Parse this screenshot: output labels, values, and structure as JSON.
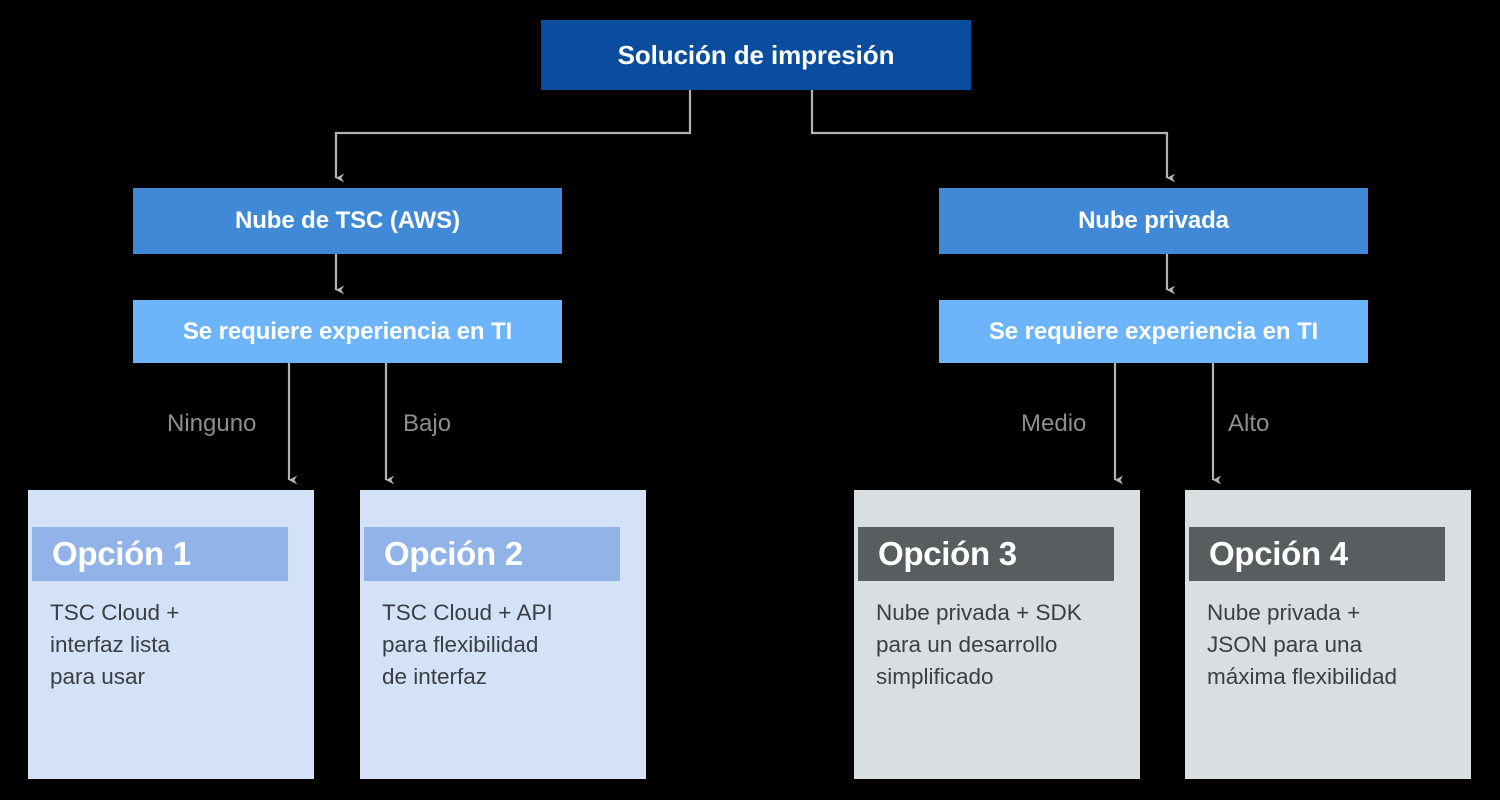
{
  "diagram": {
    "type": "decision-tree",
    "background_color": "#000000",
    "root": {
      "label": "Solución de impresión",
      "color": "#0a4d9e"
    },
    "branches": [
      {
        "id": "tsc-cloud",
        "platform_label": "Nube de TSC (AWS)",
        "platform_color": "#4089d6",
        "criterion_label": "Se requiere experiencia en TI",
        "criterion_color": "#6cb4fc",
        "edges": [
          "Ninguno",
          "Bajo"
        ]
      },
      {
        "id": "private-cloud",
        "platform_label": "Nube privada",
        "platform_color": "#4089d6",
        "criterion_label": "Se requiere experiencia en TI",
        "criterion_color": "#6cb4fc",
        "edges": [
          "Medio",
          "Alto"
        ]
      }
    ],
    "edge_label_color": "#8d8d8d",
    "connector_color": "#b3b3b3",
    "options": [
      {
        "title": "Opción 1",
        "description": "TSC Cloud +\ninterfaz lista\npara usar",
        "theme": "blue",
        "card_color": "#d4e2f7",
        "band_color": "#91b3e8"
      },
      {
        "title": "Opción 2",
        "description": "TSC Cloud + API\npara flexibilidad\nde interfaz",
        "theme": "blue",
        "card_color": "#d4e2f7",
        "band_color": "#91b3e8"
      },
      {
        "title": "Opción 3",
        "description": "Nube privada + SDK\npara un desarrollo\nsimplificado",
        "theme": "gray",
        "card_color": "#d9dee1",
        "band_color": "#585d60"
      },
      {
        "title": "Opción 4",
        "description": "Nube privada +\nJSON para una\nmáxima flexibilidad",
        "theme": "gray",
        "card_color": "#d9dee1",
        "band_color": "#585d60"
      }
    ]
  }
}
